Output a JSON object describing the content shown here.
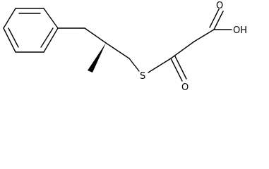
{
  "molecule": {
    "atoms": {
      "sulfur": "S",
      "carbonyl_oxygen": "O",
      "acid_carbonyl_oxygen": "O",
      "hydroxyl": "OH"
    }
  }
}
